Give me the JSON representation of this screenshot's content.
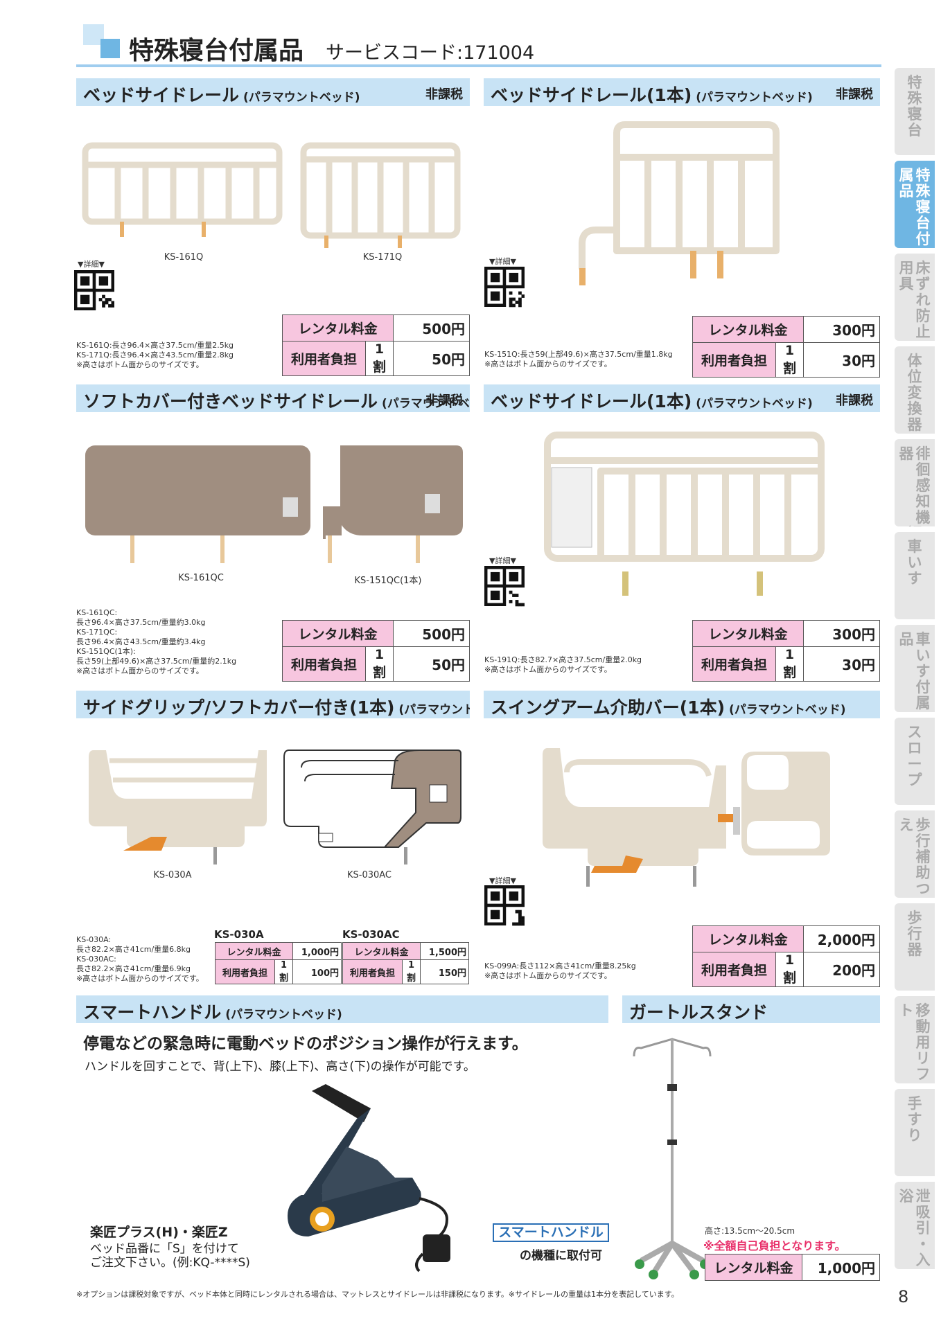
{
  "header": {
    "title": "特殊寝台付属品",
    "service_code": "サービスコード:171004"
  },
  "tabs": [
    {
      "label": "特殊寝台",
      "active": false
    },
    {
      "label": "特殊寝台付属品",
      "active": true
    },
    {
      "label": "床ずれ防止用具",
      "active": false
    },
    {
      "label": "体位変換器",
      "active": false
    },
    {
      "label": "認知症老人徘徊感知機器",
      "active": false
    },
    {
      "label": "車いす",
      "active": false
    },
    {
      "label": "車いす付属品",
      "active": false
    },
    {
      "label": "スロープ",
      "active": false
    },
    {
      "label": "歩行補助つえ",
      "active": false
    },
    {
      "label": "歩行器",
      "active": false
    },
    {
      "label": "移動用リフト",
      "active": false
    },
    {
      "label": "手すり",
      "active": false
    },
    {
      "label": "トイレ・排泄吸引・入浴",
      "active": false
    }
  ],
  "labels": {
    "rental": "レンタル料金",
    "user_pay": "利用者負担",
    "wari": "1割",
    "detail": "▼詳細▼",
    "non_tax": "非課税"
  },
  "s1": {
    "title": "ベッドサイドレール",
    "sub": "(パラマウントベッド)",
    "tax": "非課税",
    "models": [
      "KS-161Q",
      "KS-171Q"
    ],
    "spec": "KS-161Q:長さ96.4×高さ37.5cm/重量2.5kg\nKS-171Q:長さ96.4×高さ43.5cm/重量2.8kg\n※高さはボトム面からのサイズです。",
    "rental": "500円",
    "user": "50円"
  },
  "s2": {
    "title": "ベッドサイドレール(1本)",
    "sub": "(パラマウントベッド)",
    "tax": "非課税",
    "spec": "KS-151Q:長さ59(上部49.6)×高さ37.5cm/重量1.8kg\n※高さはボトム面からのサイズです。",
    "rental": "300円",
    "user": "30円"
  },
  "s3": {
    "title": "ソフトカバー付きベッドサイドレール",
    "sub": "(パラマウントベッド)",
    "tax": "非課税",
    "models": [
      "KS-161QC",
      "KS-151QC(1本)"
    ],
    "spec": "KS-161QC:\n長さ96.4×高さ37.5cm/重量約3.0kg\nKS-171QC:\n長さ96.4×高さ43.5cm/重量約3.4kg\nKS-151QC(1本):\n長さ59(上部49.6)×高さ37.5cm/重量約2.1kg\n※高さはボトム面からのサイズです。",
    "rental": "500円",
    "user": "50円"
  },
  "s4": {
    "title": "ベッドサイドレール(1本)",
    "sub": "(パラマウントベッド)",
    "tax": "非課税",
    "spec": "KS-191Q:長さ82.7×高さ37.5cm/重量2.0kg\n※高さはボトム面からのサイズです。",
    "rental": "300円",
    "user": "30円"
  },
  "s5": {
    "title": "サイドグリップ/ソフトカバー付き(1本)",
    "sub": "(パラマウントベッド)",
    "models": [
      "KS-030A",
      "KS-030AC"
    ],
    "spec": "KS-030A:\n長さ82.2×高さ41cm/重量6.8kg\nKS-030AC:\n長さ82.2×高さ41cm/重量6.9kg\n※高さはボトム面からのサイズです。",
    "t1": {
      "name": "KS-030A",
      "rental": "1,000円",
      "user": "100円"
    },
    "t2": {
      "name": "KS-030AC",
      "rental": "1,500円",
      "user": "150円"
    }
  },
  "s6": {
    "title": "スイングアーム介助バー(1本)",
    "sub": "(パラマウントベッド)",
    "spec": "KS-099A:長さ112×高さ41cm/重量8.25kg\n※高さはボトム面からのサイズです。",
    "rental": "2,000円",
    "user": "200円"
  },
  "s7": {
    "title": "スマートハンドル",
    "sub": "(パラマウントベッド)",
    "headline": "停電などの緊急時に電動ベッドのポジション操作が行えます。",
    "desc": "ハンドルを回すことで、背(上下)、膝(上下)、高さ(下)の操作が可能です。",
    "note_title": "楽匠プラス(H)・楽匠Z",
    "note_body": "ベッド品番に「S」を付けて\nご注文下さい。(例:KQ-****S)",
    "badge": "スマートハンドル",
    "badge_sub": "の機種に取付可"
  },
  "s8": {
    "title": "ガートルスタンド",
    "height": "高さ:13.5cm〜20.5cm",
    "warn": "※全額自己負担となります。",
    "rental": "1,000円"
  },
  "footer": {
    "note": "※オプションは課税対象ですが、ベッド本体と同時にレンタルされる場合は、マットレスとサイドレールは非課税になります。※サイドレールの重量は1本分を表記しています。",
    "page": "8"
  }
}
